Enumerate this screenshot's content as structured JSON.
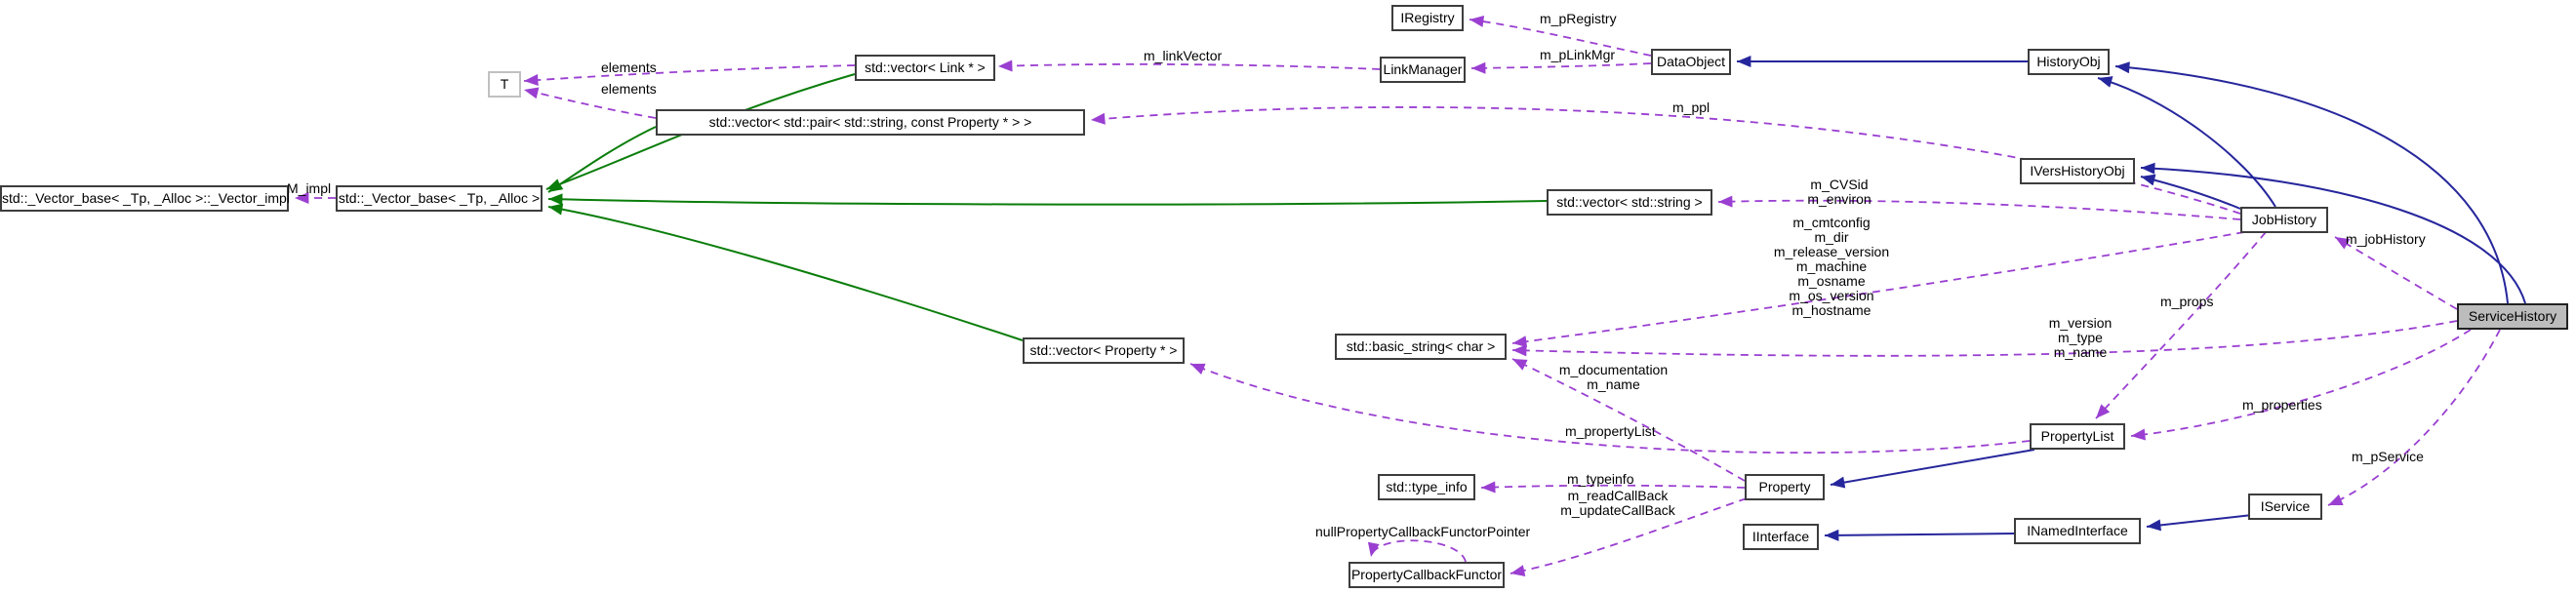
{
  "diagram": {
    "type": "collaboration-graph",
    "selected_node": "ServiceHistory"
  },
  "nodes": {
    "iregistry": "IRegistry",
    "linkmanager": "LinkManager",
    "dataobject": "DataObject",
    "historyobj": "HistoryObj",
    "vector_link": "std::vector< Link * >",
    "t": "T",
    "vector_pair": "std::vector< std::pair< std::string, const Property * > >",
    "vector_impl": "std::_Vector_base< _Tp, _Alloc >::_Vector_impl",
    "vector_base": "std::_Vector_base< _Tp, _Alloc >",
    "vector_string": "std::vector< std::string >",
    "ivershistoryobj": "IVersHistoryObj",
    "jobhistory": "JobHistory",
    "servicehistory": "ServiceHistory",
    "vector_property": "std::vector< Property * >",
    "basic_string": "std::basic_string< char >",
    "propertylist": "PropertyList",
    "property": "Property",
    "type_info": "std::type_info",
    "iinterface": "IInterface",
    "inamedinterface": "INamedInterface",
    "iservice": "IService",
    "propertycallbackfunctor": "PropertyCallbackFunctor"
  },
  "edge_labels": {
    "elements_top": "elements",
    "elements_bottom": "elements",
    "m_linkVector": "m_linkVector",
    "m_pRegistry": "m_pRegistry",
    "m_pLinkMgr": "m_pLinkMgr",
    "m_ppl": "m_ppl",
    "M_impl": "M_impl",
    "m_cvsid_environ": "m_CVSid\nm_environ",
    "m_job_strings": "m_cmtconfig\nm_dir\nm_release_version\nm_machine\nm_osname\nm_os_version\nm_hostname",
    "m_props": "m_props",
    "m_jobHistory": "m_jobHistory",
    "m_svc_strings": "m_version\nm_type\nm_name",
    "m_doc_name": "m_documentation\nm_name",
    "m_propertyList": "m_propertyList",
    "m_properties": "m_properties",
    "m_pService": "m_pService",
    "m_typeinfo": "m_typeinfo",
    "m_callbacks": "m_readCallBack\nm_updateCallBack",
    "null_functor": "nullPropertyCallbackFunctorPointer"
  },
  "colors": {
    "inheritance_edge": "#26269c",
    "usage_edge": "#9a3fd1",
    "container_edge": "#0a7d0a",
    "node_border": "#3d3d3d",
    "template_param_border": "#c0c0c0",
    "selected_fill": "#bcbcbc",
    "background": "#ffffff"
  }
}
